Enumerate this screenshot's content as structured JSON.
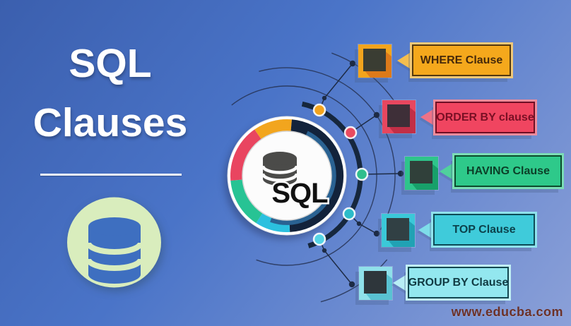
{
  "page": {
    "title_line1": "SQL",
    "title_line2": "Clauses",
    "title_color": "#FFFFFF"
  },
  "background": {
    "top_left": "#3B5FAE",
    "middle": "#4A74C8",
    "bottom_right": "#8BA0D8"
  },
  "center": {
    "label": "SQL",
    "label_color": "#111111"
  },
  "donut": {
    "ring_color": "#FFFFFF",
    "center_circle": "#FCFCFC",
    "center_stroke": "#D6D6D6",
    "db_icon_color": "#4B4B49",
    "inner_band_color": "#2A6292",
    "segments": [
      {
        "name": "orange",
        "color": "#F2A51E",
        "from_deg": -35,
        "to_deg": 5
      },
      {
        "name": "navy",
        "color": "#13233B",
        "from_deg": 5,
        "to_deg": 177
      },
      {
        "name": "cyan",
        "color": "#2BC0DF",
        "from_deg": 177,
        "to_deg": 213
      },
      {
        "name": "teal",
        "color": "#27C394",
        "from_deg": 213,
        "to_deg": 265
      },
      {
        "name": "red",
        "color": "#E94560",
        "from_deg": 265,
        "to_deg": 325
      }
    ]
  },
  "arcs": {
    "thick_color": "#16273D",
    "thin_color": "#263353",
    "connector_color": "#1D2B45",
    "node_dot_color": "#1D2B45"
  },
  "left_badge": {
    "circle_color": "#D9EDBD",
    "db_color": "#3E6FC0"
  },
  "clauses": [
    {
      "label": "WHERE Clause",
      "dot": "#F2A31F",
      "square": "#F2A41D",
      "square_shadow": "#DD7A1A",
      "square_inner": "#3A3D33",
      "arrow": "#F4BE4F",
      "box_fill": "#F5A81C",
      "box_border": "#53380E",
      "text_color": "#46290A",
      "halo": "#F0C878"
    },
    {
      "label": "ORDER BY clause",
      "dot": "#E94B61",
      "square": "#E8475F",
      "square_shadow": "#C22F47",
      "square_inner": "#3E2F38",
      "arrow": "#EF7287",
      "box_fill": "#F04560",
      "box_border": "#6E0F24",
      "text_color": "#7A1025",
      "halo": "#EE8C9C"
    },
    {
      "label": "HAVING Clause",
      "dot": "#2FBE8D",
      "square": "#2EC58B",
      "square_shadow": "#17A06A",
      "square_inner": "#30403A",
      "arrow": "#50D19D",
      "box_fill": "#2EC98A",
      "box_border": "#0B4A2C",
      "text_color": "#0C3F28",
      "halo": "#7BDDB6"
    },
    {
      "label": "TOP Clause",
      "dot": "#2CBCC9",
      "square": "#3BC8D8",
      "square_shadow": "#21A2B4",
      "square_inner": "#314044",
      "arrow": "#7EDDE9",
      "box_fill": "#3FCBDA",
      "box_border": "#0D4C57",
      "text_color": "#0C424C",
      "halo": "#8FE2EC"
    },
    {
      "label": "GROUP BY Clause",
      "dot": "#55D5E5",
      "square": "#8FE0EA",
      "square_shadow": "#59C2D2",
      "square_inner": "#2E363B",
      "arrow": "#B8EEF5",
      "box_fill": "#93E7EF",
      "box_border": "#134750",
      "text_color": "#113B43",
      "halo": "#C2F1F6"
    }
  ],
  "watermark": {
    "text": "www.educba.com",
    "color": "#6B3128"
  }
}
